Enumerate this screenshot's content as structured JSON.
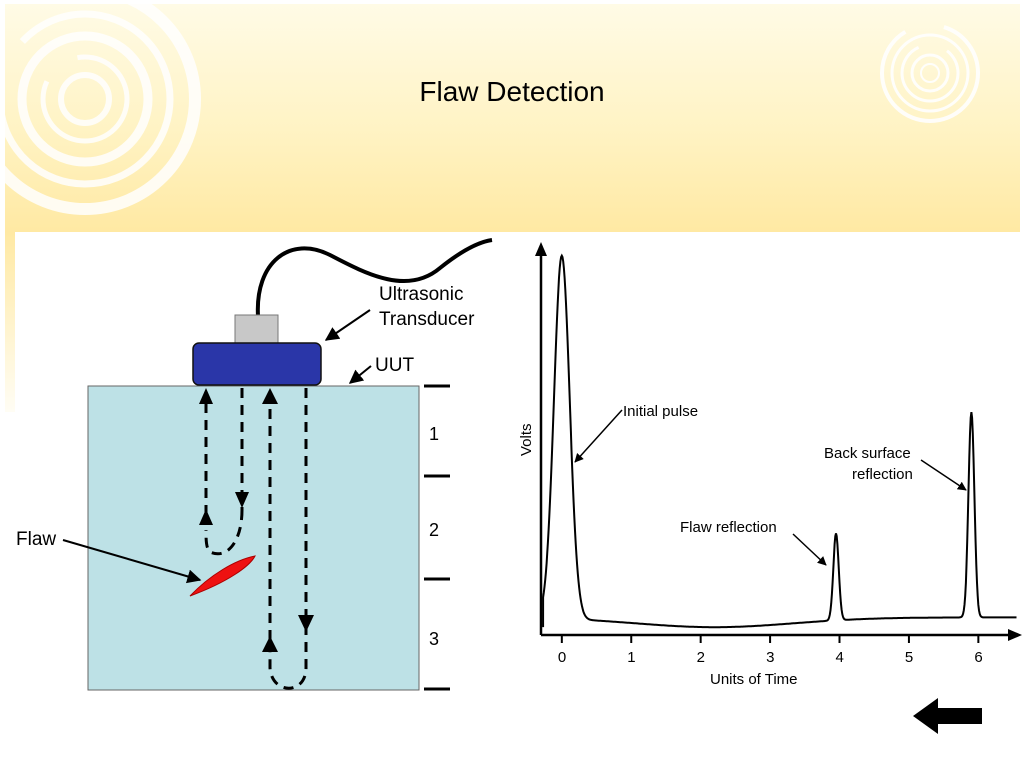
{
  "slide": {
    "title": "Flaw Detection",
    "nav": {
      "back_icon": "left-arrow-icon"
    }
  },
  "diagram": {
    "labels": {
      "transducer_line1": "Ultrasonic",
      "transducer_line2": "Transducer",
      "uut": "UUT",
      "flaw": "Flaw",
      "depth_1": "1",
      "depth_2": "2",
      "depth_3": "3"
    },
    "colors": {
      "specimen": "#bde1e6",
      "transducer": "#2a36a8",
      "connector": "#c8c8c8",
      "flaw": "#ee1111"
    }
  },
  "chart_data": {
    "type": "line",
    "xlabel": "Units of Time",
    "ylabel": "Volts",
    "xlim": [
      -0.3,
      6.6
    ],
    "ylim": [
      0,
      1
    ],
    "x_ticks": [
      "0",
      "1",
      "2",
      "3",
      "4",
      "5",
      "6"
    ],
    "annotations": {
      "initial_pulse": "Initial pulse",
      "flaw_reflection": "Flaw reflection",
      "back_line1": "Back surface",
      "back_line2": "reflection"
    },
    "peaks": [
      {
        "name": "Initial pulse",
        "x": 0.0,
        "y": 0.97
      },
      {
        "name": "Flaw reflection",
        "x": 3.95,
        "y": 0.26
      },
      {
        "name": "Back surface reflection",
        "x": 5.9,
        "y": 0.57
      }
    ]
  }
}
